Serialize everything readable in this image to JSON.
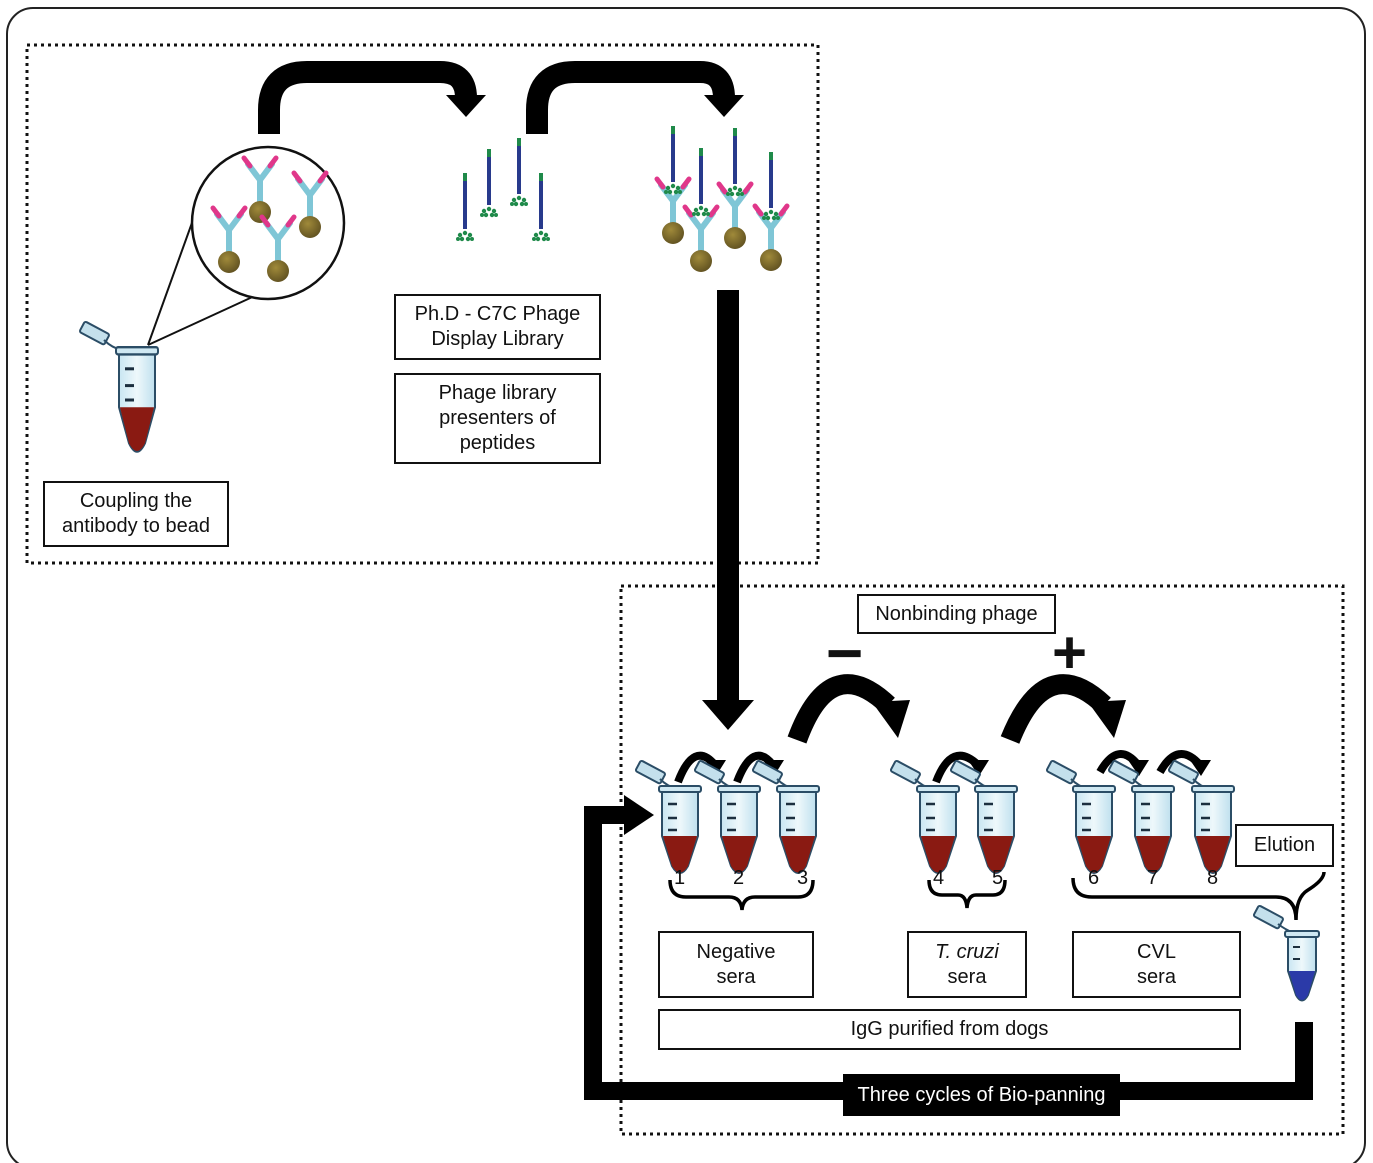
{
  "labels": {
    "coupling": "Coupling the\nantibody to bead",
    "library_name": "Ph.D - C7C Phage\nDisplay Library",
    "library_desc": "Phage library\npresenters of\npeptides",
    "nonbinding": "Nonbinding phage",
    "negative_sera": "Negative\nsera",
    "tcruzi_italic": "T. cruzi",
    "tcruzi_sera": "sera",
    "cvl_sera": "CVL\nsera",
    "igg": "IgG purified from dogs",
    "elution": "Elution",
    "cycles": "Three cycles of Bio-panning"
  },
  "signs": {
    "minus": "−",
    "plus": "+"
  },
  "tubes": [
    "1",
    "2",
    "3",
    "4",
    "5",
    "6",
    "7",
    "8"
  ],
  "colors": {
    "tube_fill": "#d9eef6",
    "tube_stroke": "#2b4d66",
    "serum": "#8a1a12",
    "eluate": "#2b3aa8",
    "antibody": "#7fc6d6",
    "antibody_tip": "#e0378a",
    "bead": "#7a6a2a",
    "phage": "#283a8c",
    "peptide": "#1f8a4a"
  }
}
